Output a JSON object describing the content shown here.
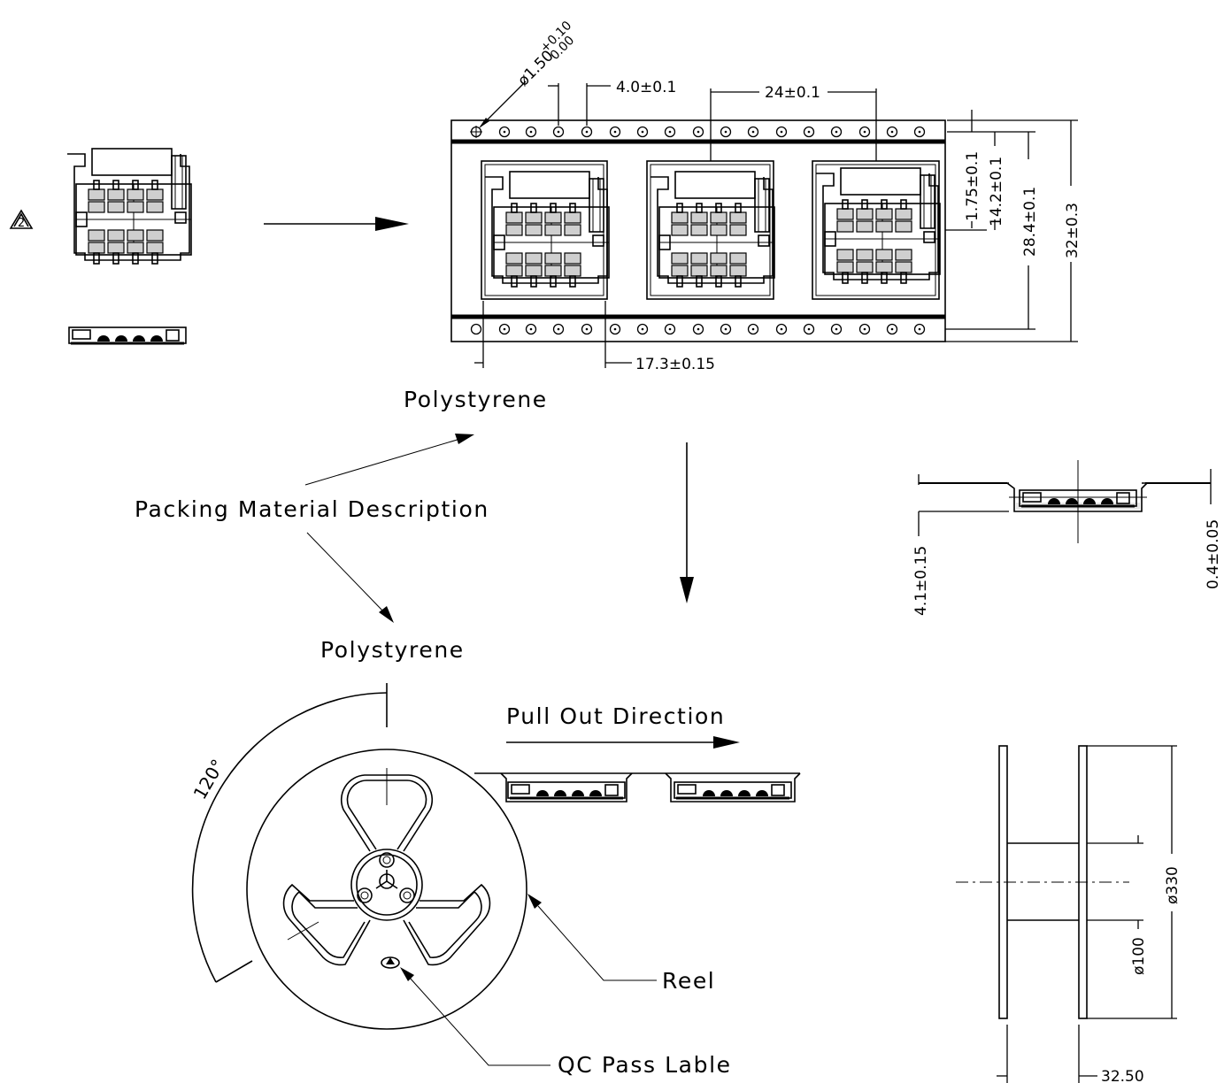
{
  "labels": {
    "polystyrene_top": "Polystyrene",
    "polystyrene_bottom": "Polystyrene",
    "packing_material": "Packing Material Description",
    "pull_out": "Pull Out Direction",
    "reel": "Reel",
    "qc_pass": "QC Pass Lable"
  },
  "dimensions": {
    "hole_dia_base": "ø1.50",
    "hole_dia_tol_upper": "+0.10",
    "hole_dia_tol_lower": "0.00",
    "hole_pitch": "4.0±0.1",
    "pocket_pitch": "24±0.1",
    "pocket_width": "17.3±0.15",
    "hole_edge": "1.75±0.1",
    "pocket_offset": "14.2±0.1",
    "pocket_length": "28.4±0.1",
    "tape_width": "32±0.3",
    "pocket_depth": "4.1±0.15",
    "tape_thickness": "0.4±0.05",
    "reel_angle": "120°",
    "reel_dia": "ø330",
    "hub_dia": "ø100",
    "reel_width": "32.50"
  },
  "marks": {
    "revision": "2"
  }
}
